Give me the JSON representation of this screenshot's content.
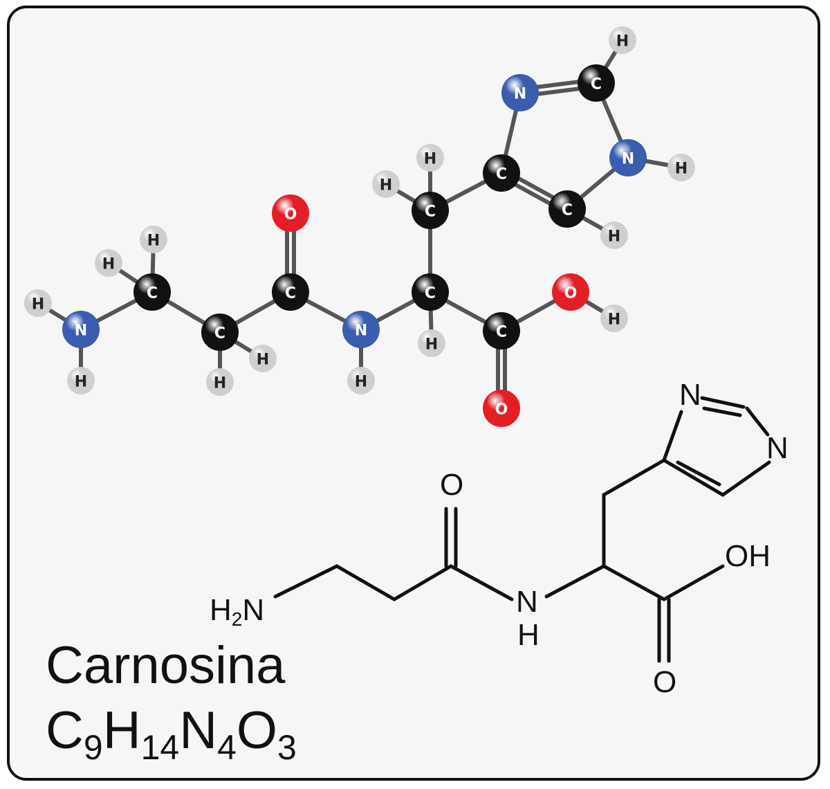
{
  "compound": {
    "name": "Carnosina",
    "formula_parts": [
      {
        "t": "C",
        "sub": "9"
      },
      {
        "t": "H",
        "sub": "14"
      },
      {
        "t": "N",
        "sub": "4"
      },
      {
        "t": "O",
        "sub": "3"
      }
    ]
  },
  "ball_and_stick": {
    "atoms": [
      "N",
      "H",
      "H",
      "C",
      "H",
      "H",
      "C",
      "H",
      "H",
      "C",
      "O",
      "N",
      "H",
      "C",
      "H",
      "C",
      "H",
      "H",
      "C",
      "N",
      "C",
      "H",
      "N",
      "H",
      "C",
      "H",
      "C",
      "O",
      "H",
      "O"
    ],
    "colors": {
      "C": "#111111",
      "N": "#3a5db0",
      "O": "#e41e25",
      "H": "#cfcfcf"
    }
  },
  "skeletal": {
    "amine": {
      "main": "H",
      "sub": "2",
      "tail": "N"
    },
    "amide_n": "N",
    "amide_h": "H",
    "carbonyl_o": "O",
    "acid_oh": "OH",
    "acid_o": "O",
    "ring_n1": "N",
    "ring_n2": "N"
  }
}
